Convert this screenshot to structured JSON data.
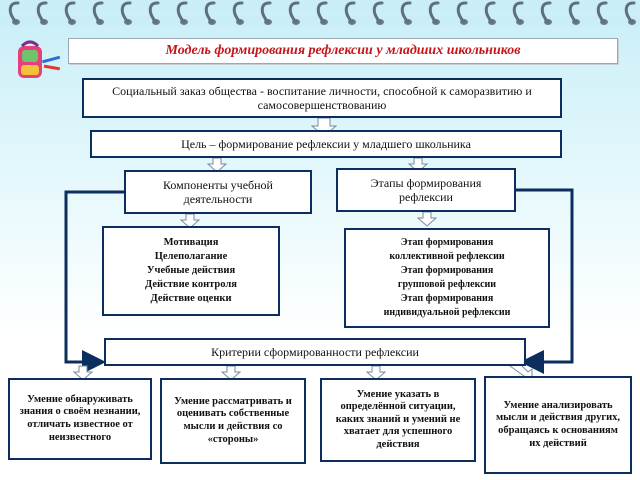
{
  "title": "Модель формирования рефлексии у младших школьников",
  "social_order": "Социальный заказ общества - воспитание личности, способной к саморазвитию и самосовершенствованию",
  "goal": "Цель – формирование рефлексии у младшего школьника",
  "components_title": "Компоненты учебной деятельности",
  "stages_title": "Этапы формирования рефлексии",
  "components": [
    "Мотивация",
    "Целеполагание",
    "Учебные действия",
    "Действие контроля",
    "Действие оценки"
  ],
  "stages": [
    "Этап формирования",
    "коллективной рефлексии",
    "Этап формирования",
    "групповой рефлексии",
    "Этап формирования",
    "индивидуальной рефлексии"
  ],
  "criteria_title": "Критерии сформированности рефлексии",
  "criteria": [
    "Умение обнаруживать знания о своём незнании, отличать известное от неизвестного",
    "Умение рассматривать и оценивать собственные мысли и действия со «стороны»",
    "Умение указать в определённой ситуации, каких знаний и умений не хватает для успешного действия",
    "Умение анализировать мысли и действия других, обращаясь к основаниям их действий"
  ],
  "colors": {
    "accent": "#c4151b",
    "border": "#0b2e5e",
    "background": "#c9eef7"
  },
  "icon": "school-backpack-icon"
}
